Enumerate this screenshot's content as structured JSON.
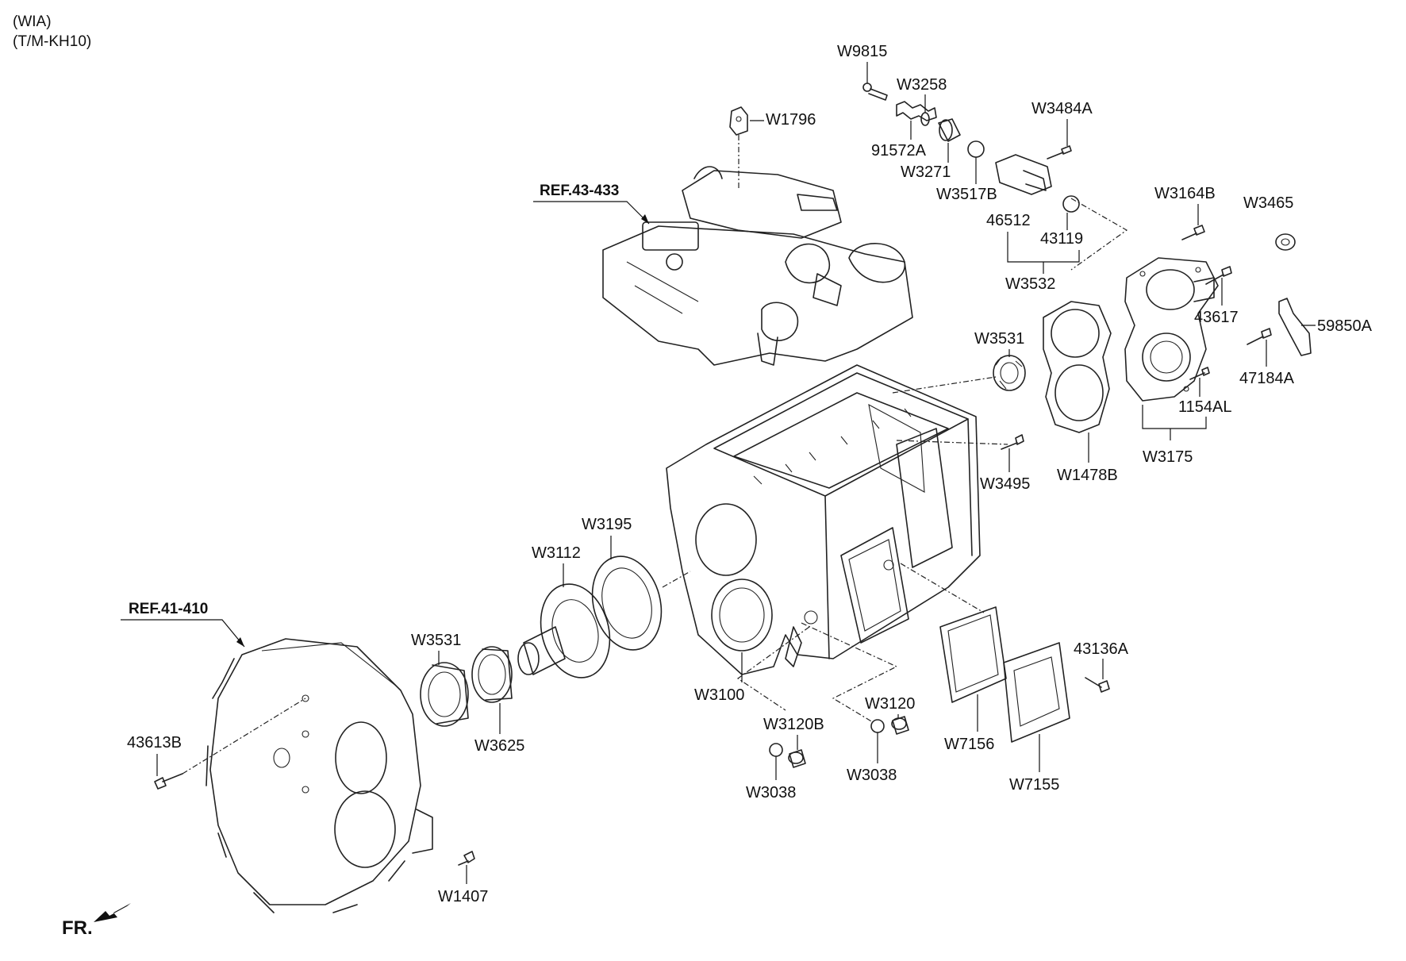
{
  "header": {
    "line1": "(WIA)",
    "line2": "(T/M-KH10)"
  },
  "references": {
    "ref_top": "REF.43-433",
    "ref_left": "REF.41-410"
  },
  "front_marker": "FR.",
  "labels": {
    "w9815": "W9815",
    "w3258": "W3258",
    "w1796": "W1796",
    "w3484a": "W3484A",
    "p91572a": "91572A",
    "w3271": "W3271",
    "w3517b": "W3517B",
    "w3164b": "W3164B",
    "w3465": "W3465",
    "p46512": "46512",
    "p43119": "43119",
    "w3532": "W3532",
    "p43617": "43617",
    "p59850a": "59850A",
    "w3531_top": "W3531",
    "p47184a": "47184A",
    "p1154al": "1154AL",
    "w3175": "W3175",
    "w3495": "W3495",
    "w1478b": "W1478B",
    "w3195": "W3195",
    "w3112": "W3112",
    "w3531_left": "W3531",
    "w3625": "W3625",
    "w3100": "W3100",
    "w3120b": "W3120B",
    "w3120": "W3120",
    "p43136a": "43136A",
    "w3038_a": "W3038",
    "w3038_b": "W3038",
    "w7156": "W7156",
    "w7155": "W7155",
    "p43613b": "43613B",
    "w1407": "W1407"
  }
}
